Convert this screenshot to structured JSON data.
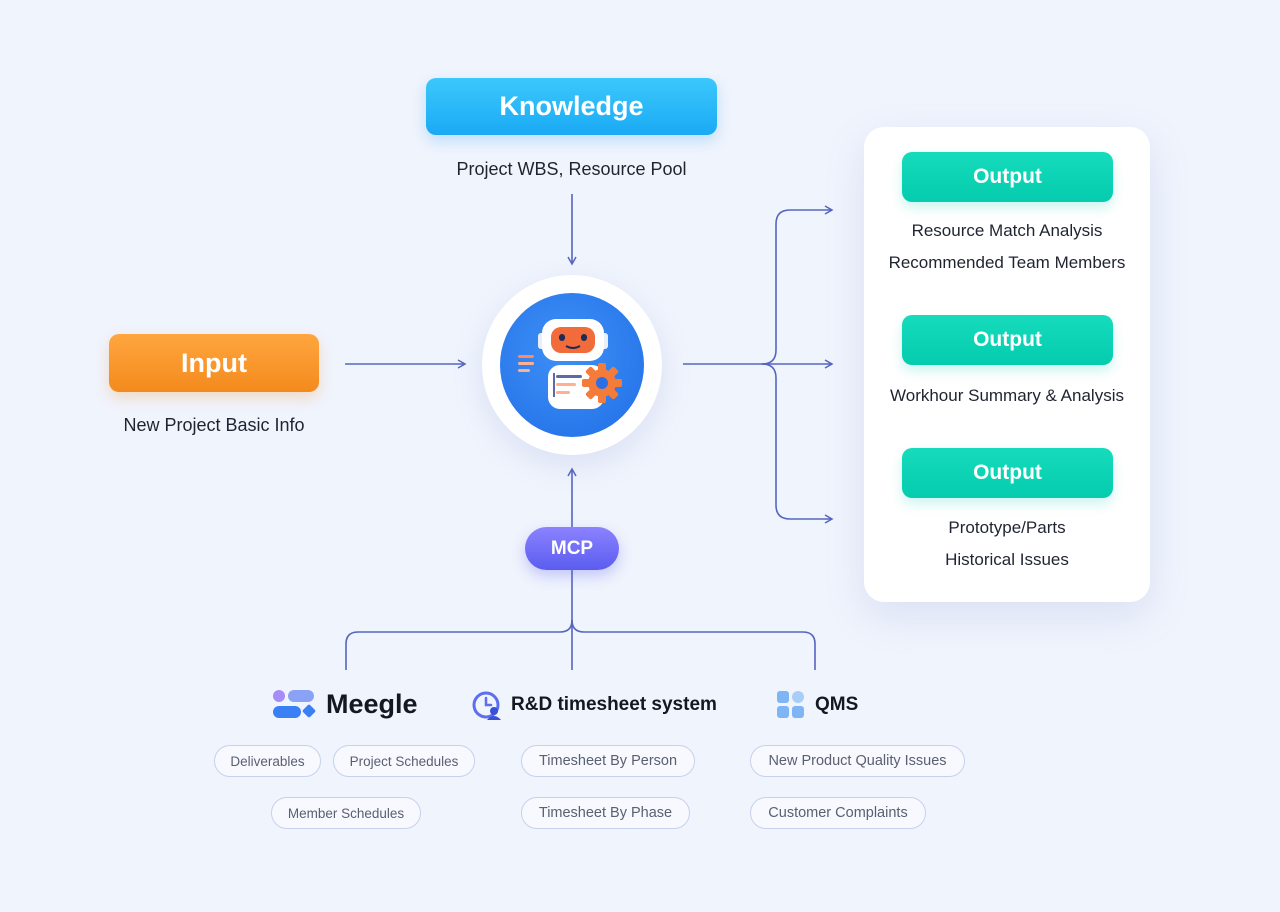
{
  "knowledge": {
    "label": "Knowledge",
    "caption": "Project WBS, Resource Pool"
  },
  "input": {
    "label": "Input",
    "caption": "New Project Basic Info"
  },
  "mcp": {
    "label": "MCP"
  },
  "outputs": [
    {
      "label": "Output",
      "lines": [
        "Resource Match Analysis",
        "Recommended Team Members"
      ]
    },
    {
      "label": "Output",
      "lines": [
        "Workhour Summary & Analysis"
      ]
    },
    {
      "label": "Output",
      "lines": [
        "Prototype/Parts",
        "Historical Issues"
      ]
    }
  ],
  "sources": [
    {
      "name": "Meegle",
      "tags": [
        "Deliverables",
        "Project Schedules",
        "Member Schedules"
      ]
    },
    {
      "name": "R&D timesheet system",
      "tags": [
        "Timesheet By Person",
        "Timesheet By Phase"
      ]
    },
    {
      "name": "QMS",
      "tags": [
        "New Product Quality Issues",
        "Customer Complaints"
      ]
    }
  ],
  "colors": {
    "knowledge": "#1aaaf5",
    "input": "#f48a1d",
    "output": "#05ccae",
    "mcp": "#5b5df0",
    "robot": "#1f6fe6",
    "connector": "#5566c0"
  },
  "icons": {
    "center": "robot-agent-icon",
    "meegle": "meegle-logo-icon",
    "timesheet": "clock-user-icon",
    "qms": "grid-squares-icon"
  }
}
